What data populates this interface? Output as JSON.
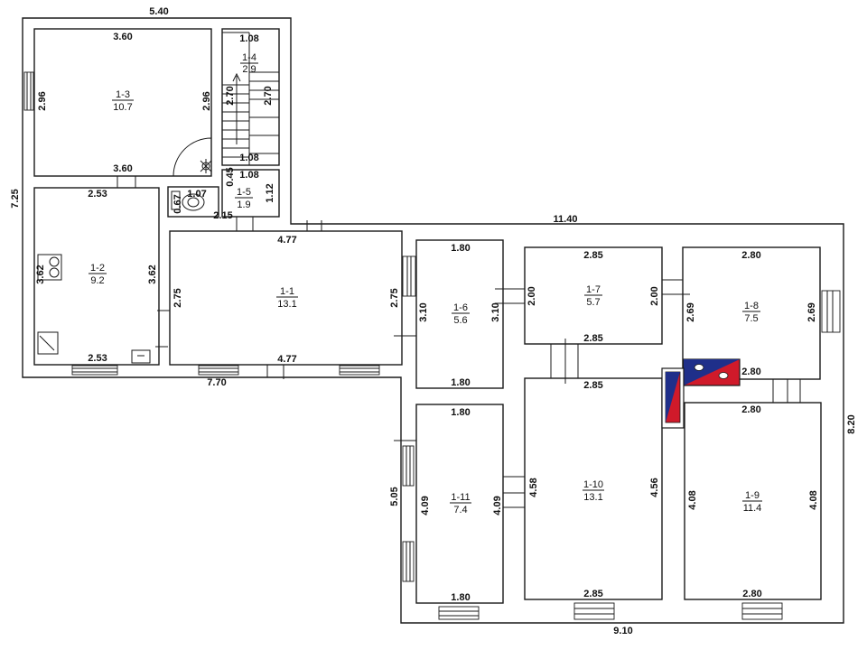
{
  "rooms": [
    {
      "id": "1-1",
      "area": "13.1"
    },
    {
      "id": "1-2",
      "area": "9.2"
    },
    {
      "id": "1-3",
      "area": "10.7"
    },
    {
      "id": "1-4",
      "area": "2.9"
    },
    {
      "id": "1-5",
      "area": "1.9"
    },
    {
      "id": "1-6",
      "area": "5.6"
    },
    {
      "id": "1-7",
      "area": "5.7"
    },
    {
      "id": "1-8",
      "area": "7.5"
    },
    {
      "id": "1-9",
      "area": "11.4"
    },
    {
      "id": "1-10",
      "area": "13.1"
    },
    {
      "id": "1-11",
      "area": "7.4"
    }
  ],
  "dims": {
    "top_5_40": "5.40",
    "left_7_25": "7.25",
    "r13_top": "3.60",
    "r13_left": "2.96",
    "r13_right": "2.96",
    "r13_bottom": "3.60",
    "r14_top": "1.08",
    "r14_left": "2.70",
    "r14_right": "2.70",
    "r14_bottom": "1.08",
    "r15_top": "1.08",
    "r15_right": "1.12",
    "r15_small": "0.45",
    "r15_inner_a": "1.07",
    "r15_inner_b": "0.67",
    "r15_bottom": "2.15",
    "r12_top": "2.53",
    "r12_left": "3.62",
    "r12_right": "3.62",
    "r12_bottom": "2.53",
    "r11_top": "4.77",
    "r11_left": "2.75",
    "r11_right": "2.75",
    "r11_bottom": "4.77",
    "bottom_7_70": "7.70",
    "right_11_40": "11.40",
    "r16_top": "1.80",
    "r16_left": "3.10",
    "r16_right": "3.10",
    "r16_bottom": "1.80",
    "r17_top": "2.85",
    "r17_left": "2.00",
    "r17_right": "2.00",
    "r17_bottom": "2.85",
    "r18_top": "2.80",
    "r18_left": "2.69",
    "r18_right": "2.69",
    "r18_bottom": "2.80",
    "r19_top": "2.80",
    "r19_left": "4.08",
    "r19_right": "4.08",
    "r19_bottom": "2.80",
    "r110_top": "2.85",
    "r110_left": "4.58",
    "r110_right": "4.56",
    "r110_bottom": "2.85",
    "r111_top": "1.80",
    "r111_left": "4.09",
    "r111_right": "4.09",
    "r111_bottom": "1.80",
    "left_5_05": "5.05",
    "right_8_20": "8.20",
    "bottom_9_10": "9.10"
  },
  "colors": {
    "stove_red": "#d01a2a",
    "stove_blue": "#1f2f8a"
  }
}
